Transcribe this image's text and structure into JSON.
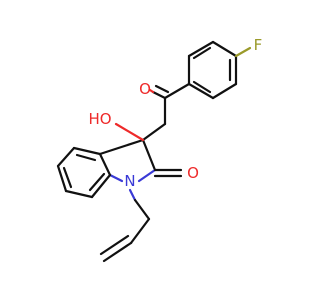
{
  "molecule": {
    "atom_labels": {
      "fluorine": "F",
      "ketone_oxygen": "O",
      "hydroxyl": "HO",
      "lactam_oxygen": "O",
      "nitrogen": "N"
    },
    "colors": {
      "carbon_bond": "#111111",
      "oxygen": "#ee2a2a",
      "nitrogen": "#3a3ad6",
      "fluorine": "#9a9a2a"
    }
  }
}
